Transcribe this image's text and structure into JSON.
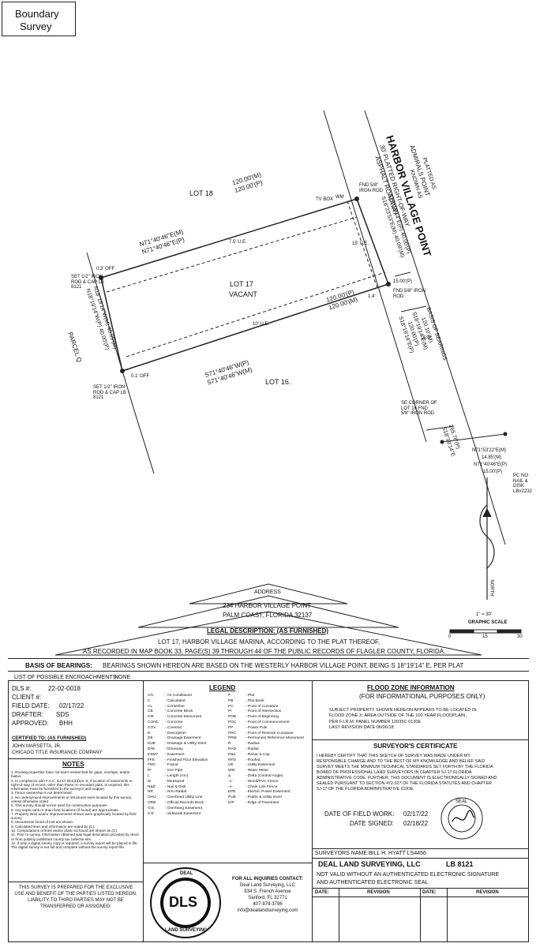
{
  "title_box": {
    "line1": "Boundary",
    "line2": "Survey"
  },
  "plat": {
    "road": {
      "platted_as": "PLATTED AS",
      "admirals": "ADMIRALS POINT",
      "known_as": "KNOWN AS",
      "name": "HARBOR VILLAGE POINT",
      "row": "30' PLATTED RIGHT-OF-WAY",
      "surface": "ASPHALT ROADWAY"
    },
    "lots": {
      "north": "LOT 18",
      "south": "LOT 16.",
      "subject": "LOT 17",
      "status": "VACANT",
      "west": "PARCEL Q"
    },
    "north_line": {
      "m": "120.00'(M)",
      "p": "120.00'(P)",
      "b1": "N71°40'46\"E(M)",
      "b2": "N71°40'46\"E(P)"
    },
    "south_line": {
      "p": "120.00'(P)",
      "m": "120.00'(M)",
      "b1": "S71°40'46\"W(P)",
      "b2": "S71°40'46\"W(M)"
    },
    "west_line": {
      "b1": "N18°19'14\"W(P) 40.00'(P)",
      "b2": "N18°19'14\"W(M) 40.09'(M)"
    },
    "east_line": {
      "b1": "S16°23'53\"E(M) 40.09'(M)",
      "b2": "S18°19'14\"E(P) 40.00'(P)",
      "len": "15.00'(P)"
    },
    "road_line": {
      "b1": "S18°19'14\"E(P)",
      "b2": "120.00'(P)",
      "b3": "S18°19'14\"E(M)",
      "b4": "120.10'(M)",
      "basis": "BASIS OF BEARINGS"
    },
    "tie_line": {
      "b1": "S18°19'14\"E",
      "b2": "265.78'(P)",
      "b3": "N71°53'22\"E(M)",
      "b4": "14.85'(M)",
      "b5": "N71°40'46\"E(P)",
      "b6": "15.00'(P)"
    },
    "corners": {
      "nw": "SET 1/2\" IRON ROD & CAP LB 8121",
      "sw": "SET 1/2\" IRON ROD & CAP LB 8121",
      "ne": "FND 5/8\" IRON ROD",
      "e": "FND 5/8\" IRON ROD",
      "se": "SE CORNER OF LOT 16 FND 5/8\" IRON ROD",
      "pc": "PC NO NAIL & DISK LB#2232"
    },
    "misc": {
      "off1": "0.3' OFF",
      "off2": "0.1' OFF",
      "easement": "7.5' U.E.",
      "ue": "15' U.E.",
      "tv": "TV BOX",
      "wm": "WM",
      "ue10": "10' U.E.",
      "d15": "15.0'",
      "d14": "1.4'"
    }
  },
  "scale": {
    "ratio": "1\" = 30'",
    "label": "GRAPHIC SCALE",
    "ticks": [
      "0",
      "15",
      "30"
    ],
    "north": "NORTH"
  },
  "address": {
    "label": "ADDRESS",
    "line1": "234 HARBOR VILLAGE POINT",
    "line2": "PALM COAST, FLORIDA 32137"
  },
  "legal": {
    "label": "LEGAL DESCRIPTION: (AS FURNISHED)",
    "line1": "LOT 17, HARBOR VILLAGE MARINA, ACCORDING TO THE PLAT THEREOF,",
    "line2": "AS RECORDED IN MAP BOOK 33, PAGE(S) 39 THROUGH 44 OF THE PUBLIC RECORDS OF FLAGLER COUNTY, FLORIDA."
  },
  "basis": {
    "label": "BASIS OF BEARINGS:",
    "text": "BEARINGS SHOWN HEREON ARE BASED ON THE WESTERLY HARBOR VILLAGE POINT, BEING S 18°19'14\" E, PER PLAT"
  },
  "encroachments": {
    "label": "LIST OF POSSIBLE ENCROACHMENTS:",
    "value": "NONE"
  },
  "job": {
    "dls_label": "DLS #:",
    "dls": "22-02-0018",
    "client_label": "CLIENT #:",
    "client": "",
    "field_label": "FIELD DATE:",
    "field": "02/17/22",
    "drafter_label": "DRAFTER:",
    "drafter": "SDS",
    "approved_label": "APPROVED:",
    "approved": "BHH"
  },
  "certified": {
    "label": "CERTIFIED TO: (AS FURNISHED)",
    "line1": "JOHN MARSETTA, JR.",
    "line2": "CHICAGO TITLE INSURANCE COMPANY"
  },
  "notes": {
    "label": "NOTES",
    "items": [
      "1. Routing properties have not been researched for gaps, overlaps, and/or hiatus.",
      "2. In compliance with F.A.C. 5J-17.051(3)(b)4.-5, if location of easements or right-of-way of record, other than those on recorded plats, is required, this information must be furnished to the surveyor and mapper.",
      "3. Fence ownership is not determined.",
      "4. No underground improvements or structures were located by this survey, unless otherwise noted.",
      "5. This survey should not be used for construction purposes.",
      "6. Any septic tank or drain field locations (if found) are approximate.",
      "7. Property lines and/or improvements shown were graphically located by field survey.",
      "8. Monuments found of lost are shown.",
      "9. Calculated lines and information are noted by (C).",
      "10. Computations of lines and/or plats not found are shown as (C).",
      "11. Prior to survey, information obtained was legal description provided by client or from publicly published county tax collector site.",
      "12. If only a digital survey copy is required, a survey report will be placed in file.",
      "The digital survey is not full and complete without the survey report file."
    ]
  },
  "legend": {
    "label": "LEGEND",
    "left": [
      [
        "A/C",
        "Air Conditioner"
      ],
      [
        "C",
        "Calculated"
      ],
      [
        "CL",
        "Centerline"
      ],
      [
        "CB",
        "Concrete Block"
      ],
      [
        "CM",
        "Concrete Monument"
      ],
      [
        "CONC",
        "Concrete"
      ],
      [
        "COV",
        "Covered"
      ],
      [
        "D",
        "Description"
      ],
      [
        "DE",
        "Drainage Easement"
      ],
      [
        "DUE",
        "Drainage & Utility Esmt"
      ],
      [
        "D/W",
        "Driveway"
      ],
      [
        "ESMT",
        "Easement"
      ],
      [
        "FFE",
        "Finished Floor Elevation"
      ],
      [
        "FND",
        "Found"
      ],
      [
        "IP",
        "Iron Pipe"
      ],
      [
        "L",
        "Length (Arc)"
      ],
      [
        "M",
        "Measured"
      ],
      [
        "N&D",
        "Nail & Disk"
      ],
      [
        "NR",
        "Non-Radial"
      ],
      [
        "OHU",
        "Overhead Utility Line"
      ],
      [
        "ORB",
        "Official Records Book"
      ],
      [
        "O.E.",
        "Overhang Easement"
      ],
      [
        "S.E.",
        "Sidewalk Easement"
      ]
    ],
    "right": [
      [
        "P",
        "Plat"
      ],
      [
        "PB",
        "Plat Book"
      ],
      [
        "PC",
        "Point of Curvature"
      ],
      [
        "PI",
        "Point of Intersection"
      ],
      [
        "POB",
        "Point of Beginning"
      ],
      [
        "POC",
        "Point of Commencement"
      ],
      [
        "PP",
        "Power Pole"
      ],
      [
        "PRC",
        "Point of Reverse Curvature"
      ],
      [
        "PRM",
        "Permanent Reference Monument"
      ],
      [
        "R",
        "Radius"
      ],
      [
        "RAD",
        "Radial"
      ],
      [
        "R&C",
        "Rebar & Cap"
      ],
      [
        "RFD",
        "Roofed"
      ],
      [
        "UE",
        "Utility Easement"
      ],
      [
        "WM",
        "Water Meter"
      ],
      [
        "Δ",
        "Delta (Central Angle)"
      ],
      [
        "-x-",
        "Wood/PVC Fence"
      ],
      [
        "-o-",
        "Chain Link Fence"
      ],
      [
        "EPE",
        "Electric Power Easement"
      ],
      [
        "PUE",
        "Public & Utility Esmt"
      ],
      [
        "E/P",
        "Edge of Pavement"
      ]
    ]
  },
  "flood": {
    "label": "FLOOD ZONE INFORMATION",
    "sub": "(FOR INFORMATIONAL PURPOSES ONLY)",
    "lines": [
      "SUBJECT PROPERTY SHOWN HEREON APPEARS TO BE LOCATED IN",
      "FLOOD ZONE X; AREA OUTSIDE OF THE 100 YEAR FLOODPLAIN,",
      "PER F.I.R.M. PANEL NUMBER 12035C 0120E",
      "LAST REVISION DATE 06/06/18"
    ]
  },
  "surveyor": {
    "label": "SURVEYOR'S CERTIFICATE",
    "lines": [
      "I HEREBY CERTIFY THAT THIS SKETCH OF SURVEY WAS MADE UNDER MY",
      "RESPONSIBLE CHARGE AND TO THE BEST OF MY KNOWLEDGE AND BELIEF SAID",
      "SURVEY MEETS THE MINIMUM TECHNICAL STANDARDS SET FORTH BY THE FLORIDA",
      "BOARD OF PROFESSIONAL LAND SURVEYORS IN CHAPTER 5J-17 FLORIDA",
      "ADMINISTRATIVE CODE. FURTHER, THIS DOCUMENT IS ELECTRONICALLY SIGNED AND",
      "SEALED PURSUANT TO SECTION 472.027 OF THE FLORIDA STATUTES AND CHAPTER",
      "5J-17 OF THE FLORIDA ADMINISTRATIVE CODE."
    ],
    "field_label": "DATE OF FIELD WORK:",
    "field": "02/17/22",
    "signed_label": "DATE SIGNED:",
    "signed": "02/18/22",
    "name_label": "SURVEYORS NAME:",
    "name": "BILL H. HYATT  LS4456",
    "seal": "SEAL"
  },
  "company": {
    "name": "DEAL LAND SURVEYING, LLC",
    "lb": "LB 8121",
    "warning1": "NOT VALID WITHOUT AN AUTHENTICATED ELECTRONIC SIGNATURE",
    "warning2": "AND AUTHENTICATED ELECTRONIC SEAL",
    "logo_top": "DEAL",
    "logo_mid": "DLS",
    "logo_bottom": "LAND SURVEYING",
    "inquiries": "FOR ALL INQUIRIES CONTACT:",
    "addr1": "Deal Land Surveying, LLC",
    "addr2": "834 S. French Avenue",
    "addr3": "Sanford, FL 32771",
    "phone": "407-878-3796",
    "email": "info@deallandsurveying.com"
  },
  "revisions": {
    "cols": [
      "DATE:",
      "REVISION",
      "DATE:",
      "REVISION"
    ]
  },
  "disclaimer": [
    "THIS SURVEY IS PREPARED FOR THE EXCLUSIVE",
    "USE AND BENEFIT OF THE PARTIES LISTED HEREON.",
    "LIABILITY TO THIRD PARTIES MAY NOT BE",
    "TRANSFERRED OR ASSIGNED."
  ]
}
